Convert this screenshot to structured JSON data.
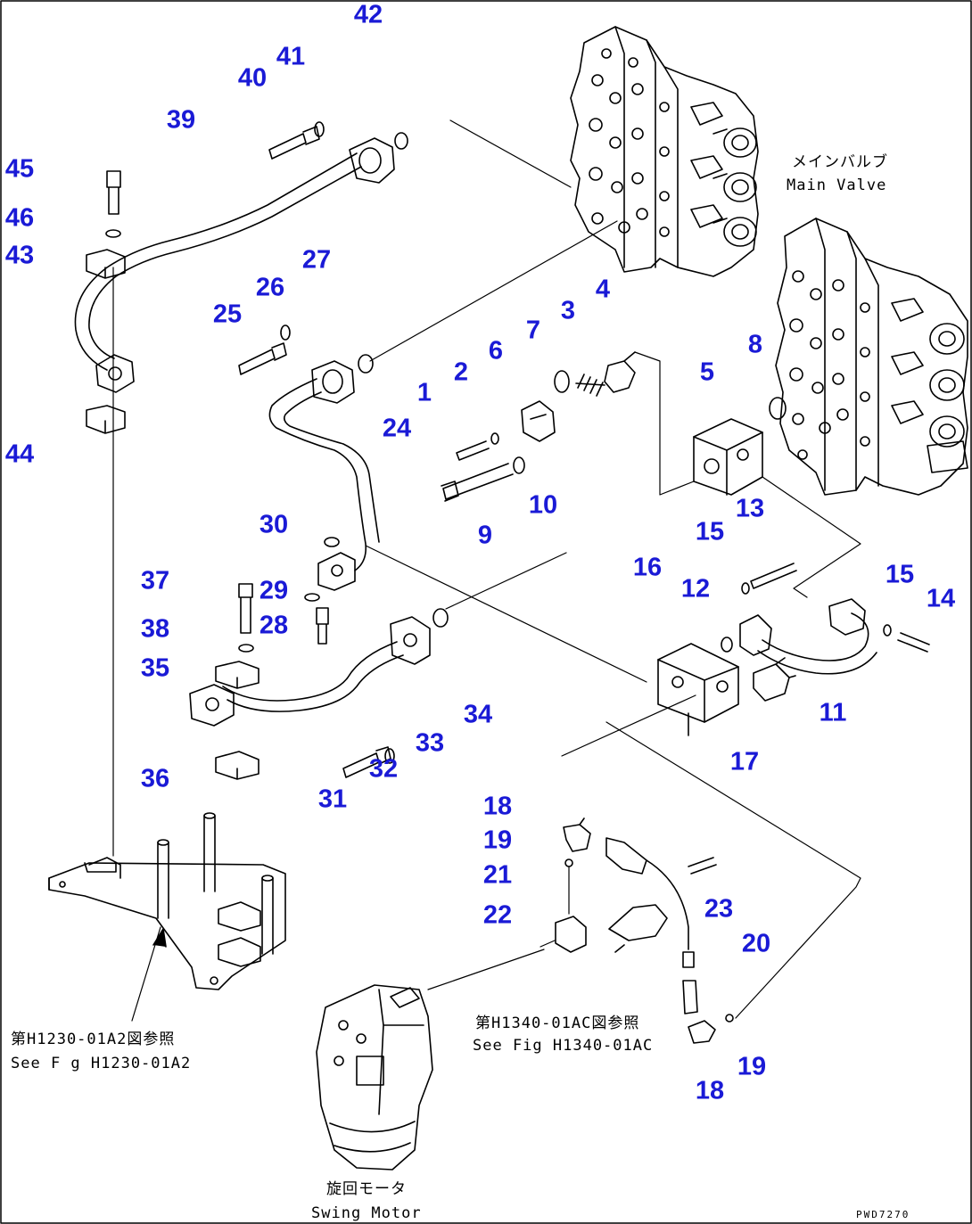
{
  "labels": {
    "main_valve_jp": "メインバルブ",
    "main_valve_en": "Main Valve",
    "ref_left_jp": "第H1230-01A2図参照",
    "ref_left_en": "See F g H1230-01A2",
    "ref_right_jp": "第H1340-01AC図参照",
    "ref_right_en": "See Fig H1340-01AC",
    "swing_motor_jp": "旋回モータ",
    "swing_motor_en": "Swing Motor",
    "drawing_code": "PWD7270"
  },
  "callouts": [
    "42",
    "41",
    "40",
    "39",
    "45",
    "46",
    "43",
    "44",
    "27",
    "26",
    "25",
    "24",
    "1",
    "2",
    "6",
    "7",
    "3",
    "4",
    "5",
    "8",
    "9",
    "10",
    "13",
    "15",
    "15",
    "14",
    "16",
    "12",
    "11",
    "17",
    "30",
    "29",
    "28",
    "37",
    "38",
    "35",
    "36",
    "31",
    "32",
    "33",
    "34",
    "18",
    "19",
    "21",
    "22",
    "23",
    "20",
    "19",
    "18"
  ],
  "colors": {
    "callout": "#1a1ad6",
    "line": "#000000"
  }
}
